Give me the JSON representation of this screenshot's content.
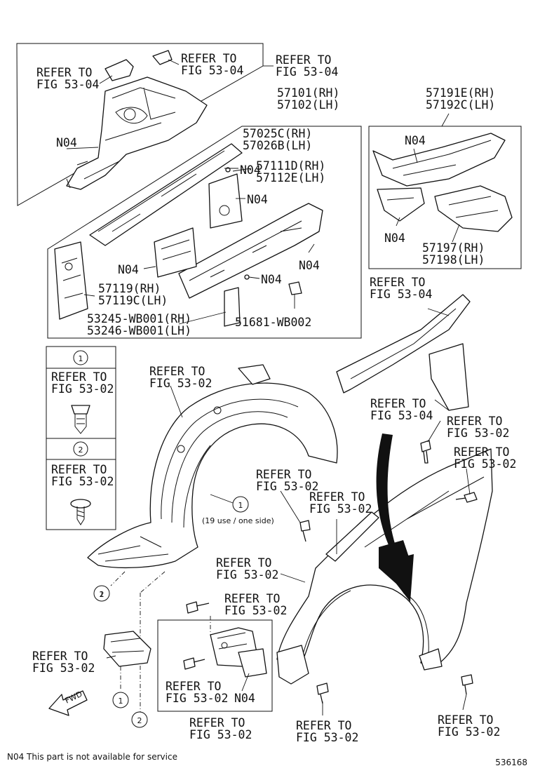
{
  "refer_53_04": "REFER TO\nFIG 53-04",
  "refer_53_02": "REFER TO\nFIG 53-02",
  "n04": "N04",
  "callout_1": "1",
  "callout_2": "2",
  "parts": {
    "apron_upper": "57101(RH)\n57102(LH)",
    "member_front": "57025C(RH)\n57026B(LH)",
    "member_rear": "57111D(RH)\n57112E(LH)",
    "bracket_a": "57191E(RH)\n57192C(LH)",
    "bracket_b": "57197(RH)\n57198(LH)",
    "gusset": "57119(RH)\n57119C(LH)",
    "plate": "53245-WB001(RH)\n53246-WB001(LH)",
    "retainer": "51681-WB002"
  },
  "use_note": "(19 use / one side)",
  "fwd": "FWD",
  "footnote": "N04 This part is not available for service",
  "diagram_id": "536168"
}
